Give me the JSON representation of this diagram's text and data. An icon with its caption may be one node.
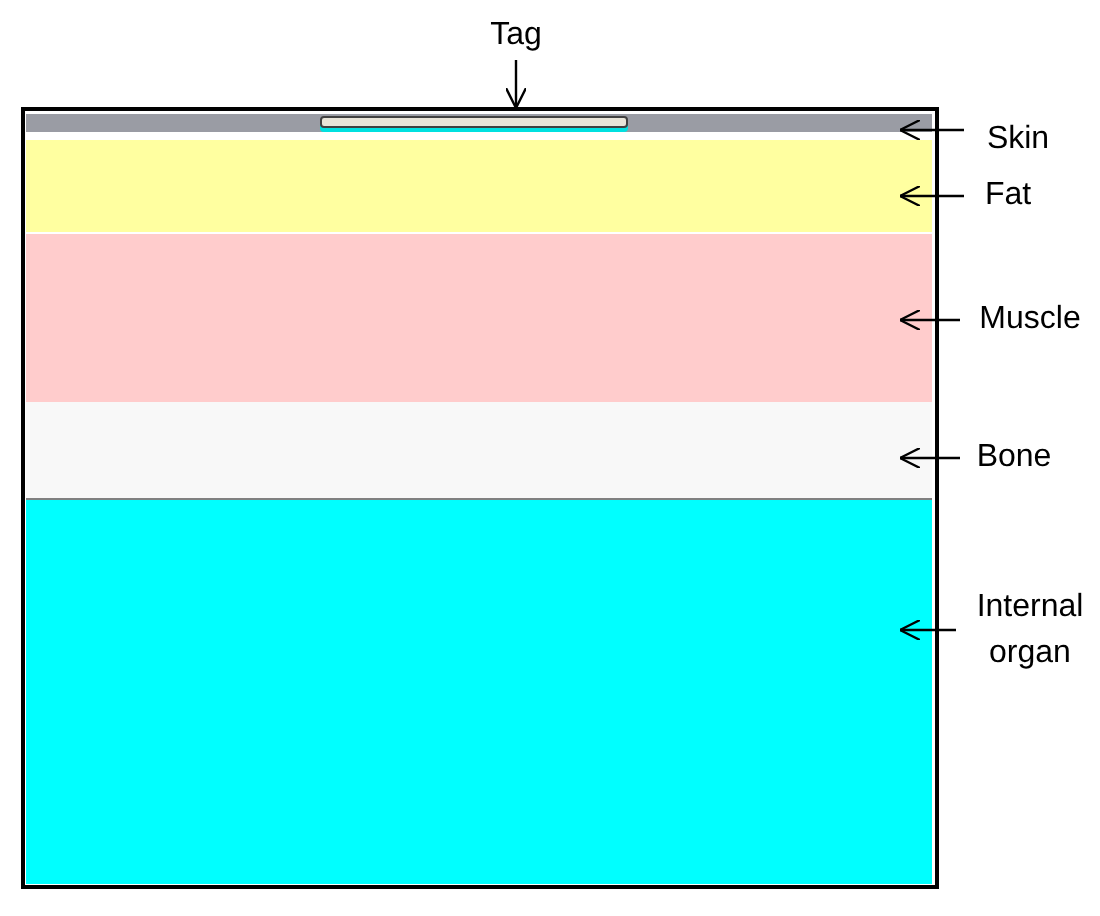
{
  "diagram": {
    "nodes": [
      {
        "text": [
          "Tag"
        ]
      },
      {
        "text": [],
        "shape": "bar",
        "in": 2
      },
      {
        "text": [],
        "shape": "box"
      },
      {
        "text": [],
        "shape": "box"
      },
      {
        "text": [],
        "shape": "box"
      },
      {
        "text": [],
        "shape": "box"
      },
      {
        "text": [],
        "shape": "box"
      },
      {
        "text": [
          "Skin"
        ]
      },
      {
        "text": [
          "Fat"
        ]
      },
      {
        "text": [
          "Muscle"
        ]
      },
      {
        "text": [
          "Bone"
        ]
      },
      {
        "text": [
          "Internal organ"
        ]
      }
    ],
    "edges": [
      {
        "from": 0,
        "to": 1,
        "arrow": "to"
      },
      {
        "from": 7,
        "to": 2,
        "arrow": "to"
      },
      {
        "from": 8,
        "to": 3,
        "arrow": "to"
      },
      {
        "from": 9,
        "to": 4,
        "arrow": "to"
      },
      {
        "from": 10,
        "to": 5,
        "arrow": "to"
      },
      {
        "from": 11,
        "to": 6,
        "arrow": "to"
      }
    ]
  }
}
